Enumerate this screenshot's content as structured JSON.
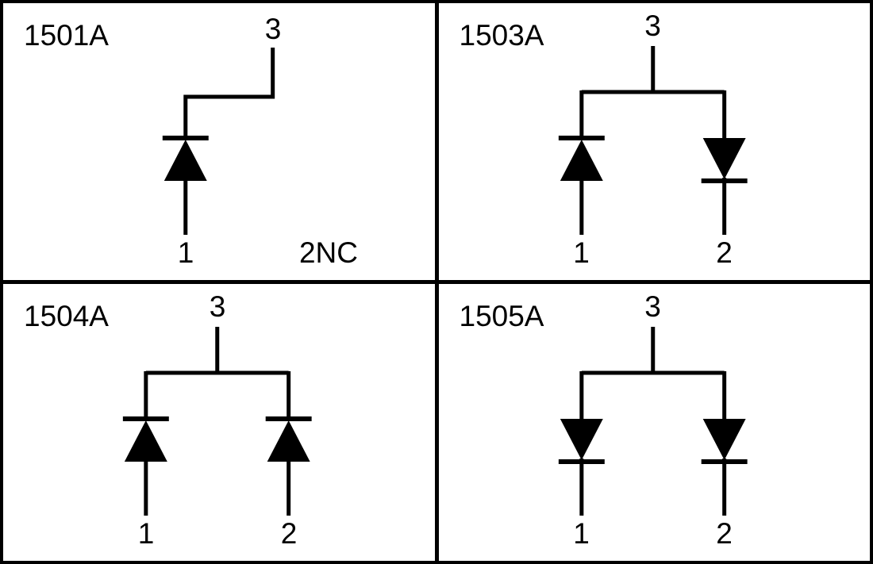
{
  "colors": {
    "line": "#000000",
    "background": "#ffffff"
  },
  "panels": [
    {
      "part": "1501A",
      "layout": "single",
      "top_pin": "3",
      "bottom_pins": [
        "1"
      ],
      "note": "2NC",
      "diodes": [
        "up"
      ]
    },
    {
      "part": "1503A",
      "layout": "dual",
      "top_pin": "3",
      "bottom_pins": [
        "1",
        "2"
      ],
      "diodes": [
        "up",
        "down"
      ]
    },
    {
      "part": "1504A",
      "layout": "dual",
      "top_pin": "3",
      "bottom_pins": [
        "1",
        "2"
      ],
      "diodes": [
        "up",
        "up"
      ]
    },
    {
      "part": "1505A",
      "layout": "dual",
      "top_pin": "3",
      "bottom_pins": [
        "1",
        "2"
      ],
      "diodes": [
        "down",
        "down"
      ]
    }
  ]
}
